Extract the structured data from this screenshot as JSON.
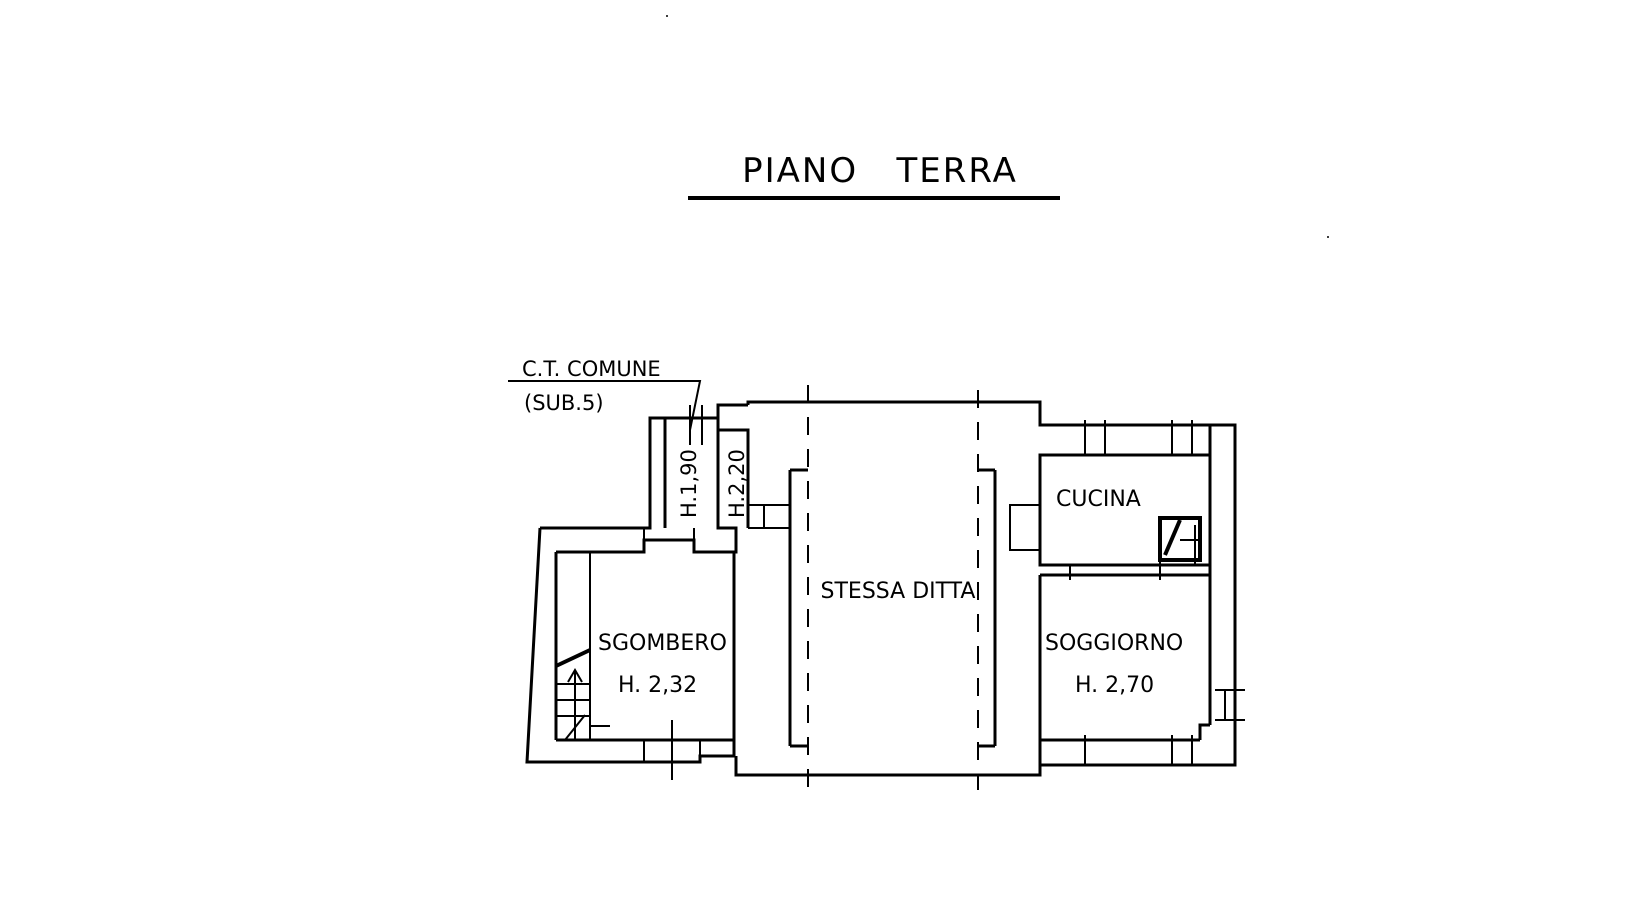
{
  "title": "PIANO   TERRA",
  "labels": {
    "ct_comune": "C.T. COMUNE",
    "sub": "(SUB.5)",
    "h190": "H.1,90",
    "h220": "H.2,20",
    "sgombero": "SGOMBERO",
    "sgombero_h": "H. 2,32",
    "stessa_ditta": "STESSA DITTA",
    "cucina": "CUCINA",
    "soggiorno": "SOGGIORNO",
    "soggiorno_h": "H. 2,70"
  },
  "colors": {
    "ink": "#000000",
    "paper": "#ffffff"
  }
}
